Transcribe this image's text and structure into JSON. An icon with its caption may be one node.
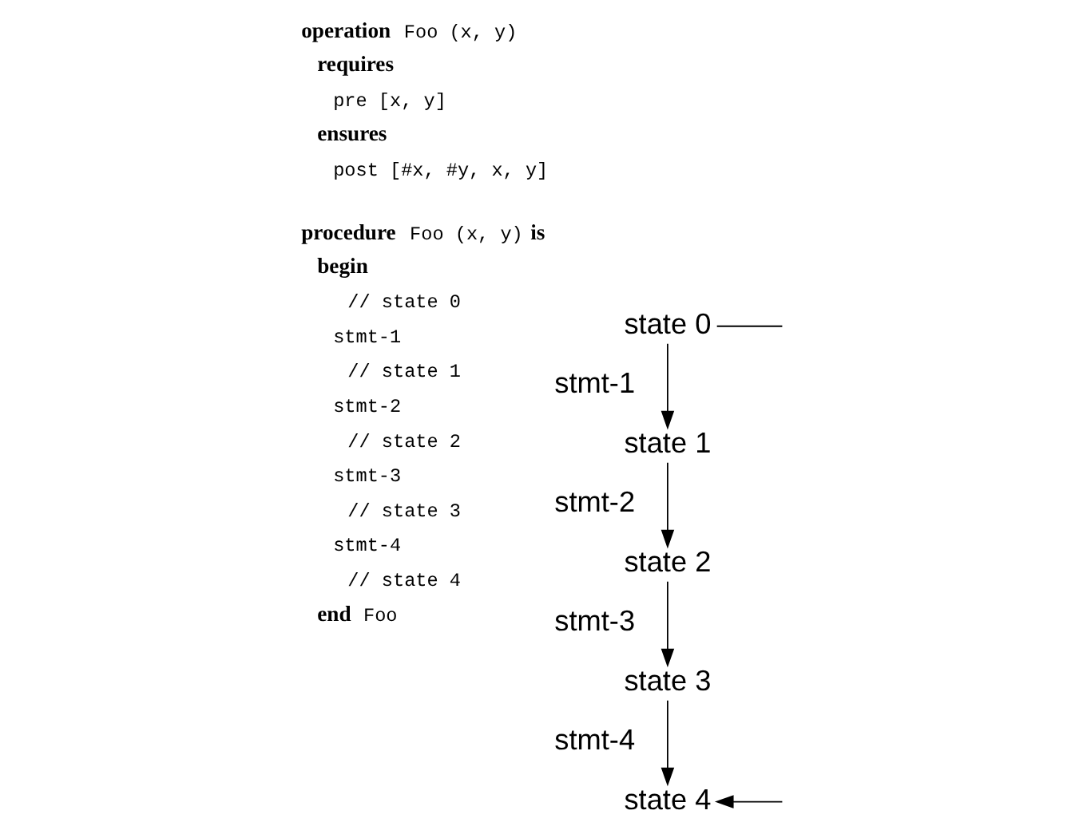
{
  "diagram": {
    "nodes": [
      {
        "text": [
          "state 0"
        ]
      },
      {
        "text": [
          "state 1"
        ]
      },
      {
        "text": [
          "state 2"
        ]
      },
      {
        "text": [
          "state 3"
        ]
      },
      {
        "text": [
          "state 4"
        ]
      }
    ],
    "edges": [
      {
        "from": 0,
        "to": 1,
        "arrow": "to",
        "label": "stmt-1"
      },
      {
        "from": 1,
        "to": 2,
        "arrow": "to",
        "label": "stmt-2"
      },
      {
        "from": 2,
        "to": 3,
        "arrow": "to",
        "label": "stmt-3"
      },
      {
        "from": 3,
        "to": 4,
        "arrow": "to",
        "label": "stmt-4"
      },
      {
        "from": 0,
        "to": null,
        "arrow": "none"
      },
      {
        "from": null,
        "to": 4,
        "arrow": "to"
      }
    ],
    "labels": [
      "**operation** Foo (x, y)",
      "**requires**",
      "pre [x, y]",
      "**ensures**",
      "post [#x, #y, x, y]",
      "**procedure** Foo (x, y) **is**",
      "**begin**",
      "// state 0",
      "stmt-1",
      "// state 1",
      "stmt-2",
      "// state 2",
      "stmt-3",
      "// state 3",
      "stmt-4",
      "// state 4",
      "**end** Foo"
    ]
  }
}
